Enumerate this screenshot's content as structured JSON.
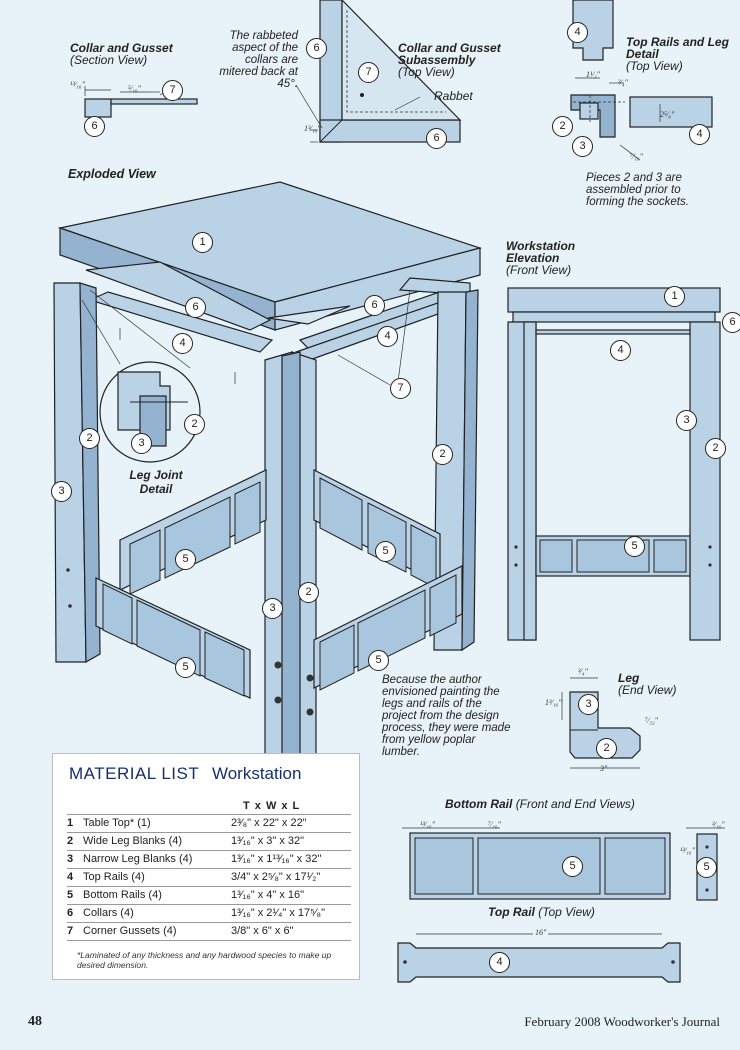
{
  "section_view": {
    "title": "Collar and Gusset",
    "subtitle": "(Section View)",
    "dim_a": "¹³⁄₁₆\"",
    "dim_b": "⁵⁄₁₆\""
  },
  "rabbet_note": "The rabbeted aspect of the collars are mitered back at 45°.",
  "subassembly": {
    "title": "Collar and Gusset Subassembly",
    "subtitle": "(Top View)",
    "rabbet_label": "Rabbet",
    "dim_c": "1³⁄₁₆\""
  },
  "top_rails_detail": {
    "title": "Top Rails and Leg Detail",
    "subtitle": "(Top View)",
    "dim_a": "1¹⁄₂\"",
    "dim_b": "³⁄₄\"",
    "dim_c": "2⁵⁄₈\"",
    "dim_d": "⁷⁄₁₆\"",
    "note": "Pieces 2 and 3 are assembled prior to forming the sockets."
  },
  "exploded_view": {
    "title": "Exploded View"
  },
  "leg_joint": {
    "title": "Leg Joint Detail"
  },
  "elevation": {
    "title": "Workstation Elevation",
    "subtitle": "(Front View)"
  },
  "author_note": "Because the author envisioned painting the legs and rails of the project from the design process, they were made from yellow poplar lumber.",
  "leg_end": {
    "title": "Leg",
    "subtitle": "(End View)",
    "dim_a": "³⁄₄\"",
    "dim_b": "1³⁄₁₆\"",
    "dim_c": "⁷⁄₃₂\"",
    "dim_d": "3\""
  },
  "bottom_rail": {
    "title": "Bottom Rail",
    "subtitle": "(Front and End Views)",
    "dim_a": "¹³⁄₁₆\"",
    "dim_b": "⁷⁄₁₆\"",
    "dim_c": "³⁄₁₆\"",
    "dim_d": "¹³⁄₁₆\""
  },
  "top_rail": {
    "title": "Top Rail",
    "subtitle": "(Top View)",
    "dim": "16\""
  },
  "callouts": [
    "1",
    "2",
    "3",
    "4",
    "5",
    "6",
    "7"
  ],
  "material_list": {
    "heading_a": "MATERIAL LIST",
    "heading_b": "Workstation",
    "col_header": "T x W x L",
    "rows": [
      {
        "n": "1",
        "part": "Table Top* (1)",
        "dims": "2³⁄₈\" x 22\" x 22\""
      },
      {
        "n": "2",
        "part": "Wide Leg Blanks (4)",
        "dims": "1³⁄₁₆\" x 3\" x 32\""
      },
      {
        "n": "3",
        "part": "Narrow Leg Blanks (4)",
        "dims": "1³⁄₁₆\" x 1¹³⁄₁₆\" x 32\""
      },
      {
        "n": "4",
        "part": "Top Rails (4)",
        "dims": "3/4\" x 2⁵⁄₈\" x 17¹⁄₂\""
      },
      {
        "n": "5",
        "part": "Bottom Rails (4)",
        "dims": "1³⁄₁₆\" x 4\" x 16\""
      },
      {
        "n": "6",
        "part": "Collars (4)",
        "dims": "1³⁄₁₆\" x 2¹⁄₄\" x 17⁵⁄₈\""
      },
      {
        "n": "7",
        "part": "Corner Gussets (4)",
        "dims": "3/8\" x 6\" x 6\""
      }
    ],
    "footnote": "*Laminated of any thickness and any hardwood species to make up desired dimension."
  },
  "footer": {
    "page": "48",
    "journal": "February 2008  Woodworker's Journal"
  },
  "colors": {
    "wood": "#b9d2e6",
    "wood_dark": "#93b3d0",
    "panel": "#a9c6df",
    "ink": "#222222",
    "bg": "#e7f3f8"
  }
}
